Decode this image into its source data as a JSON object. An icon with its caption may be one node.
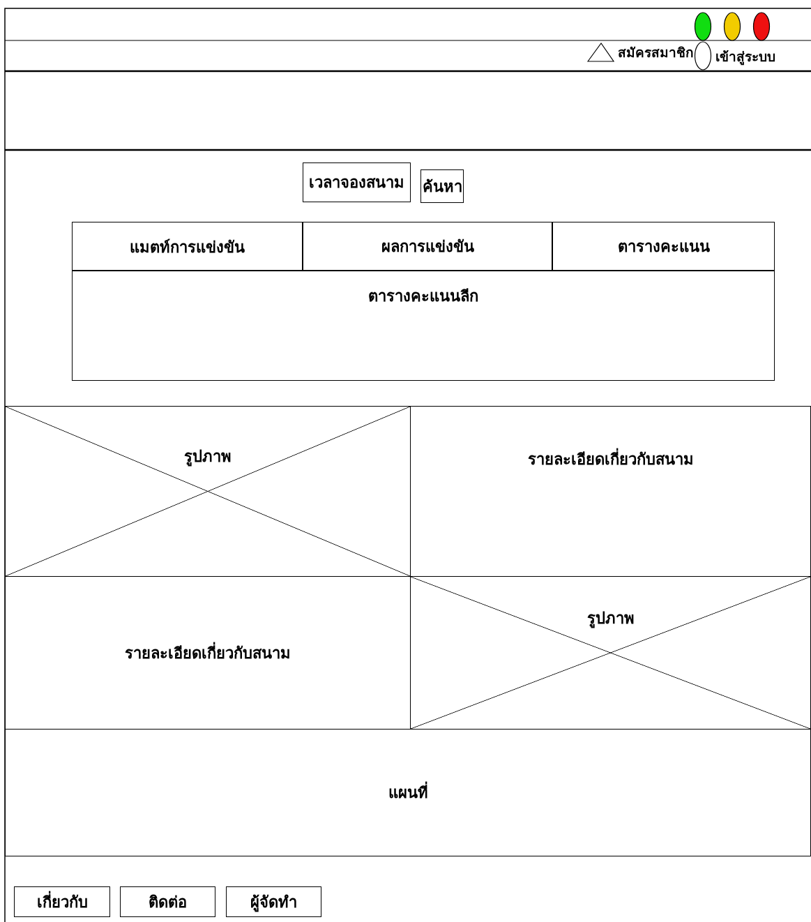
{
  "diagram": {
    "nodes": [
      {
        "text": [
          "เวลาจองสนาม"
        ]
      },
      {
        "text": [
          "ค้นหา"
        ]
      },
      {
        "text": [
          "แมตท์การแข่งขัน"
        ]
      },
      {
        "text": [
          "ผลการแข่งขัน"
        ]
      },
      {
        "text": [
          "ตารางคะแนน"
        ]
      },
      {
        "text": [
          "ตารางคะแนนลีก"
        ]
      },
      {
        "text": [
          "รูปภาพ"
        ]
      },
      {
        "text": [
          "รายละเอียดเกี่ยวกับสนาม"
        ]
      },
      {
        "text": [
          "รายละเอียดเกี่ยวกับสนาม"
        ]
      },
      {
        "text": [
          "รูปภาพ"
        ]
      },
      {
        "text": [
          "แผนที่"
        ]
      },
      {
        "text": [
          "เกี่ยวกับ"
        ]
      },
      {
        "text": [
          "ติดต่อ"
        ]
      },
      {
        "text": [
          "ผู้จัดทำ"
        ]
      }
    ],
    "edges": [],
    "labels": [
      "สมัครสมาชิก",
      "เข้าสู่ระบบ"
    ]
  }
}
